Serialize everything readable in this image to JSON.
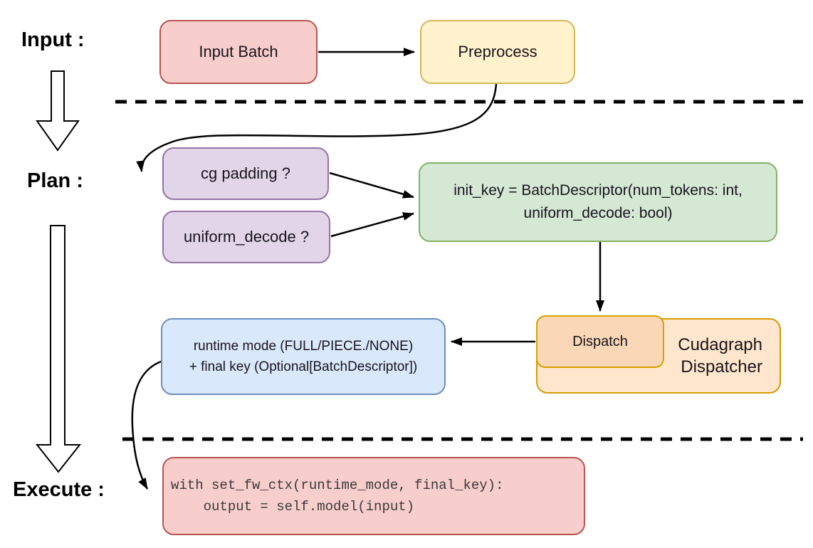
{
  "stage_labels": {
    "input": "Input :",
    "plan": "Plan :",
    "execute": "Execute :"
  },
  "nodes": {
    "input_batch": {
      "label": "Input Batch"
    },
    "preprocess": {
      "label": "Preprocess"
    },
    "cg_padding": {
      "label": "cg padding ?"
    },
    "uniform_decode": {
      "label": "uniform_decode ?"
    },
    "init_key": {
      "line1": "init_key = BatchDescriptor(num_tokens: int,",
      "line2": "uniform_decode: bool)"
    },
    "dispatch": {
      "label": "Dispatch"
    },
    "cudagraph_dispatcher": {
      "line1": "Cudagraph",
      "line2": "Dispatcher"
    },
    "runtime_mode": {
      "line1": "runtime mode (FULL/PIECE./NONE)",
      "line2": "+ final key (Optional[BatchDescriptor])"
    },
    "execute_code": {
      "line1": "with set_fw_ctx(runtime_mode, final_key):",
      "line2": "    output = self.model(input)"
    }
  },
  "colors": {
    "red_fill": "#f8cecc",
    "red_stroke": "#b85450",
    "yellow_fill": "#fff2cc",
    "yellow_stroke": "#d6b656",
    "purple_fill": "#e1d5e7",
    "purple_stroke": "#9673a6",
    "green_fill": "#d5e8d4",
    "green_stroke": "#82b366",
    "blue_fill": "#dae8fc",
    "blue_stroke": "#6c8ebf",
    "orange_fill": "#ffe6cc",
    "orange_stroke": "#d79b00",
    "peach_fill": "#fad7b6",
    "arrow_color": "#000000",
    "background": "#ffffff"
  }
}
